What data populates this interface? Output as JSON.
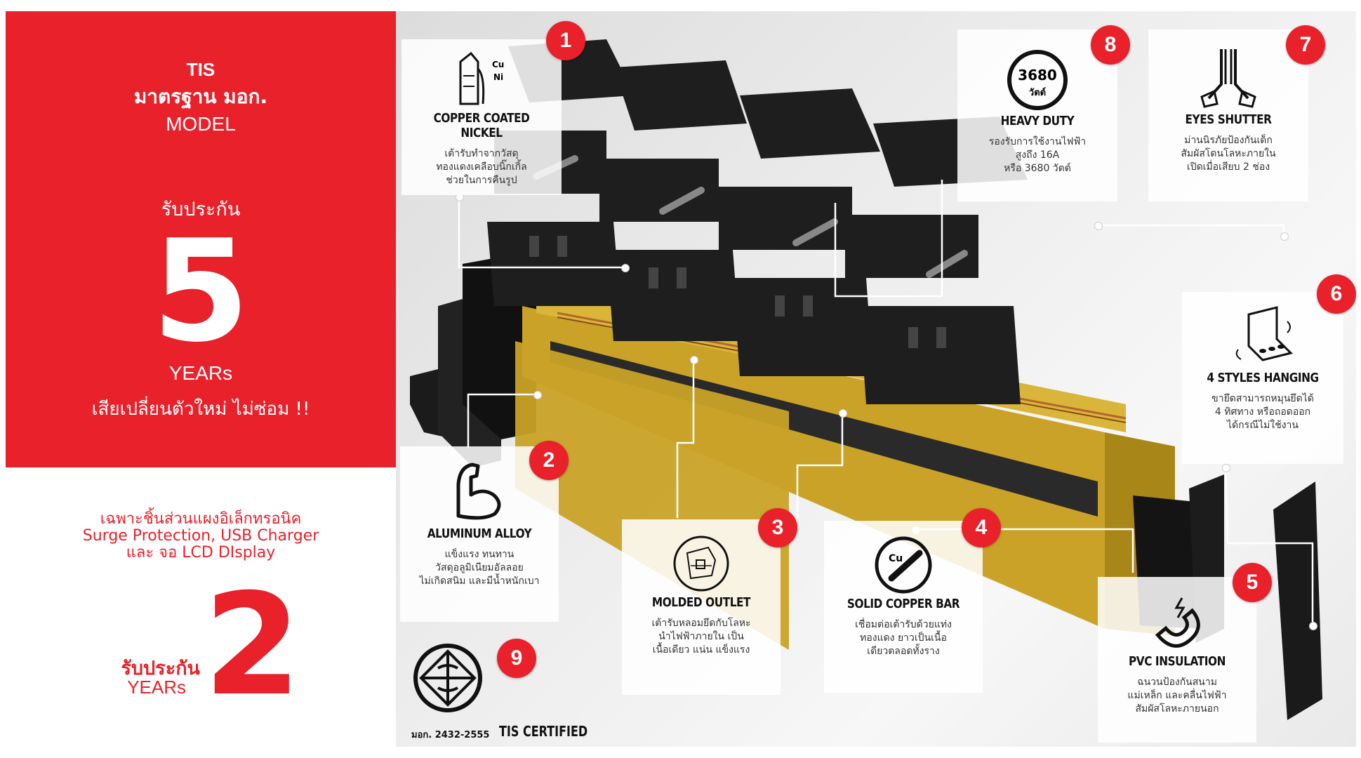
{
  "left_panel": {
    "tis": "TIS",
    "standard": "มาตรฐาน มอก.",
    "model": "MODEL",
    "warranty_label": "รับประกัน",
    "warranty_years_number": "5",
    "years_label": "YEARs",
    "replace_note": "เสียเปลี่ยนตัวใหม่ ไม่ซ่อม !!"
  },
  "electronics_note": {
    "line1": "เฉพาะชิ้นส่วนแผงอิเล็กทรอนิค",
    "line2": "Surge Protection, USB Charger",
    "line3": "และ  จอ LCD DIsplay"
  },
  "warranty2": {
    "label": "รับประกัน",
    "years_label": "YEARs",
    "number": "2"
  },
  "colors": {
    "accent": "#e8212b",
    "rail": "#c9a227",
    "plastic": "#1e1e1e"
  },
  "features": [
    {
      "num": "1",
      "title": "COPPER COATED NICKEL",
      "icon": "copper-nickel-icon",
      "icon_text_cu": "Cu",
      "icon_text_ni": "Ni",
      "desc": [
        "เต้ารับทำจากวัสดุ",
        "ทองแดงเคลือบนิ๊กเกิ้ล",
        "ช่วยในการคืนรูป"
      ]
    },
    {
      "num": "2",
      "title": "ALUMINUM ALLOY",
      "icon": "muscle-arm-icon",
      "desc": [
        "แข็งแรง ทนทาน",
        "วัสดุอลูมิเนียมอัลลอย",
        "ไม่เกิดสนิม และมีน้ำหนักเบา"
      ]
    },
    {
      "num": "3",
      "title": "MOLDED OUTLET",
      "icon": "molded-outlet-icon",
      "desc": [
        "เต้ารับหลอมยึดกับโลหะ",
        "นำไฟฟ้าภายใน เป็น",
        "เนื้อเดียว แน่น แข็งแรง"
      ]
    },
    {
      "num": "4",
      "title": "SOLID COPPER BAR",
      "icon": "copper-bar-icon",
      "icon_text": "Cu",
      "desc": [
        "เชื่อมต่อเต้ารับด้วยแท่ง",
        "ทองแดง ยาวเป็นเนื้อ",
        "เดียวตลอดทั้งราง"
      ]
    },
    {
      "num": "5",
      "title": "PVC INSULATION",
      "icon": "magnet-icon",
      "desc": [
        "ฉนวนป้องกันสนาม",
        "แม่เหล็ก และคลื่นไฟฟ้า",
        "สัมผัสโลหะภายนอก"
      ]
    },
    {
      "num": "6",
      "title": "4 STYLES HANGING",
      "icon": "hanging-bracket-icon",
      "desc": [
        "ขายึดสามารถหมุนยึดได้",
        "4 ทิศทาง หรือถอดออก",
        "ได้กรณีไม่ใช้งาน"
      ]
    },
    {
      "num": "7",
      "title": "EYES SHUTTER",
      "icon": "shutter-icon",
      "desc": [
        "ม่านนิรภัยป้องกันเด็ก",
        "สัมผัสโดนโลหะภายใน",
        "เปิดเมื่อเสียบ 2 ช่อง"
      ]
    },
    {
      "num": "8",
      "title": "HEAVY DUTY",
      "icon": "watt-badge-icon",
      "icon_text_top": "3680",
      "icon_text_bottom": "วัตต์",
      "desc": [
        "รองรับการใช้งานไฟฟ้า",
        "สูงถึง 16A",
        "หรือ 3680 วัตต์"
      ]
    },
    {
      "num": "9",
      "title": "TIS CERTIFIED",
      "icon": "tis-logo-icon",
      "standard_number": "มอก. 2432-2555"
    }
  ]
}
